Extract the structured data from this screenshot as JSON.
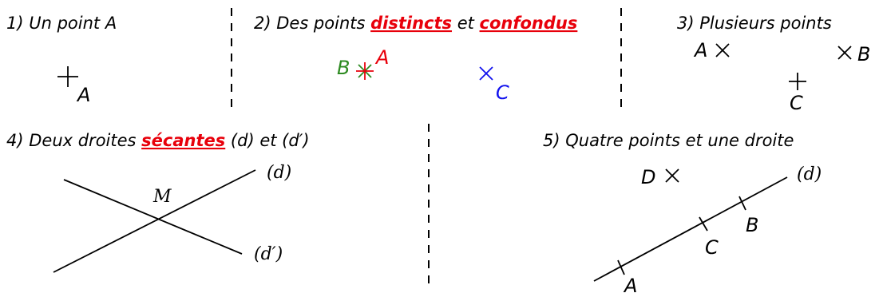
{
  "colors": {
    "text": "#000000",
    "highlight": "#e8000b",
    "green": "#2e8b22",
    "blue": "#1010ee",
    "red": "#e8000b"
  },
  "panel1": {
    "title": "1) Un point A",
    "point_label": "A"
  },
  "panel2": {
    "title_prefix": "2) Des points ",
    "word1": "distincts",
    "title_mid": " et ",
    "word2": "confondus",
    "label_b": "B",
    "label_a": "A",
    "label_c": "C"
  },
  "panel3": {
    "title": "3) Plusieurs points",
    "label_a": "A",
    "label_b": "B",
    "label_c": "C"
  },
  "panel4": {
    "title_prefix": "4) Deux droites ",
    "word": "sécantes",
    "title_suffix": " (d) et (d′)",
    "label_d": "(d)",
    "label_dprime": "(d′)",
    "label_m": "M"
  },
  "panel5": {
    "title": "5) Quatre points et une droite",
    "label_d_point": "D",
    "label_line": "(d)",
    "label_a": "A",
    "label_b": "B",
    "label_c": "C"
  }
}
